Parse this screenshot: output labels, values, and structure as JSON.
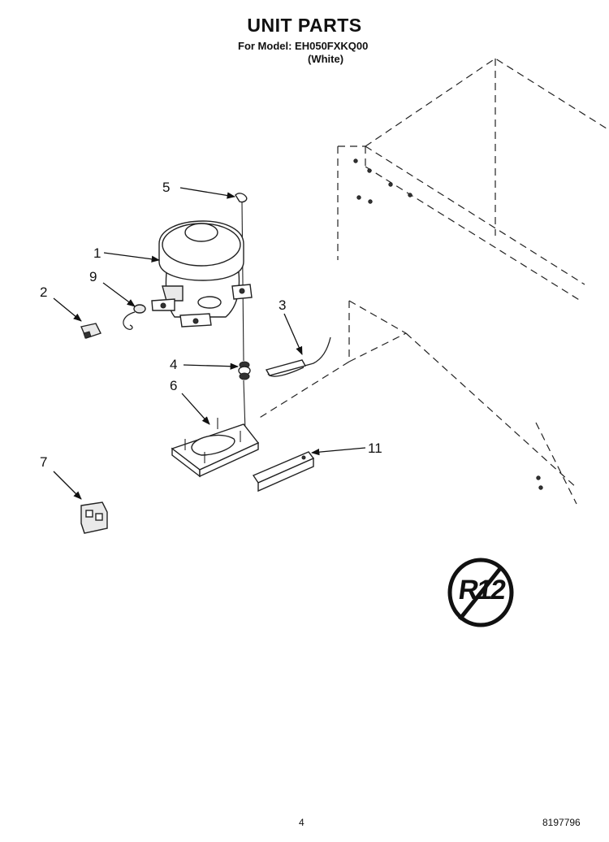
{
  "header": {
    "title": "UNIT PARTS",
    "model_line": "For Model: EH050FXKQ00",
    "variant": "(White)"
  },
  "callouts": [
    "5",
    "1",
    "9",
    "2",
    "3",
    "4",
    "6",
    "11",
    "7"
  ],
  "badge": {
    "text": "R12",
    "icon": "no-r12-refrigerant-icon"
  },
  "footer": {
    "page": "4",
    "doc_number": "8197796"
  }
}
